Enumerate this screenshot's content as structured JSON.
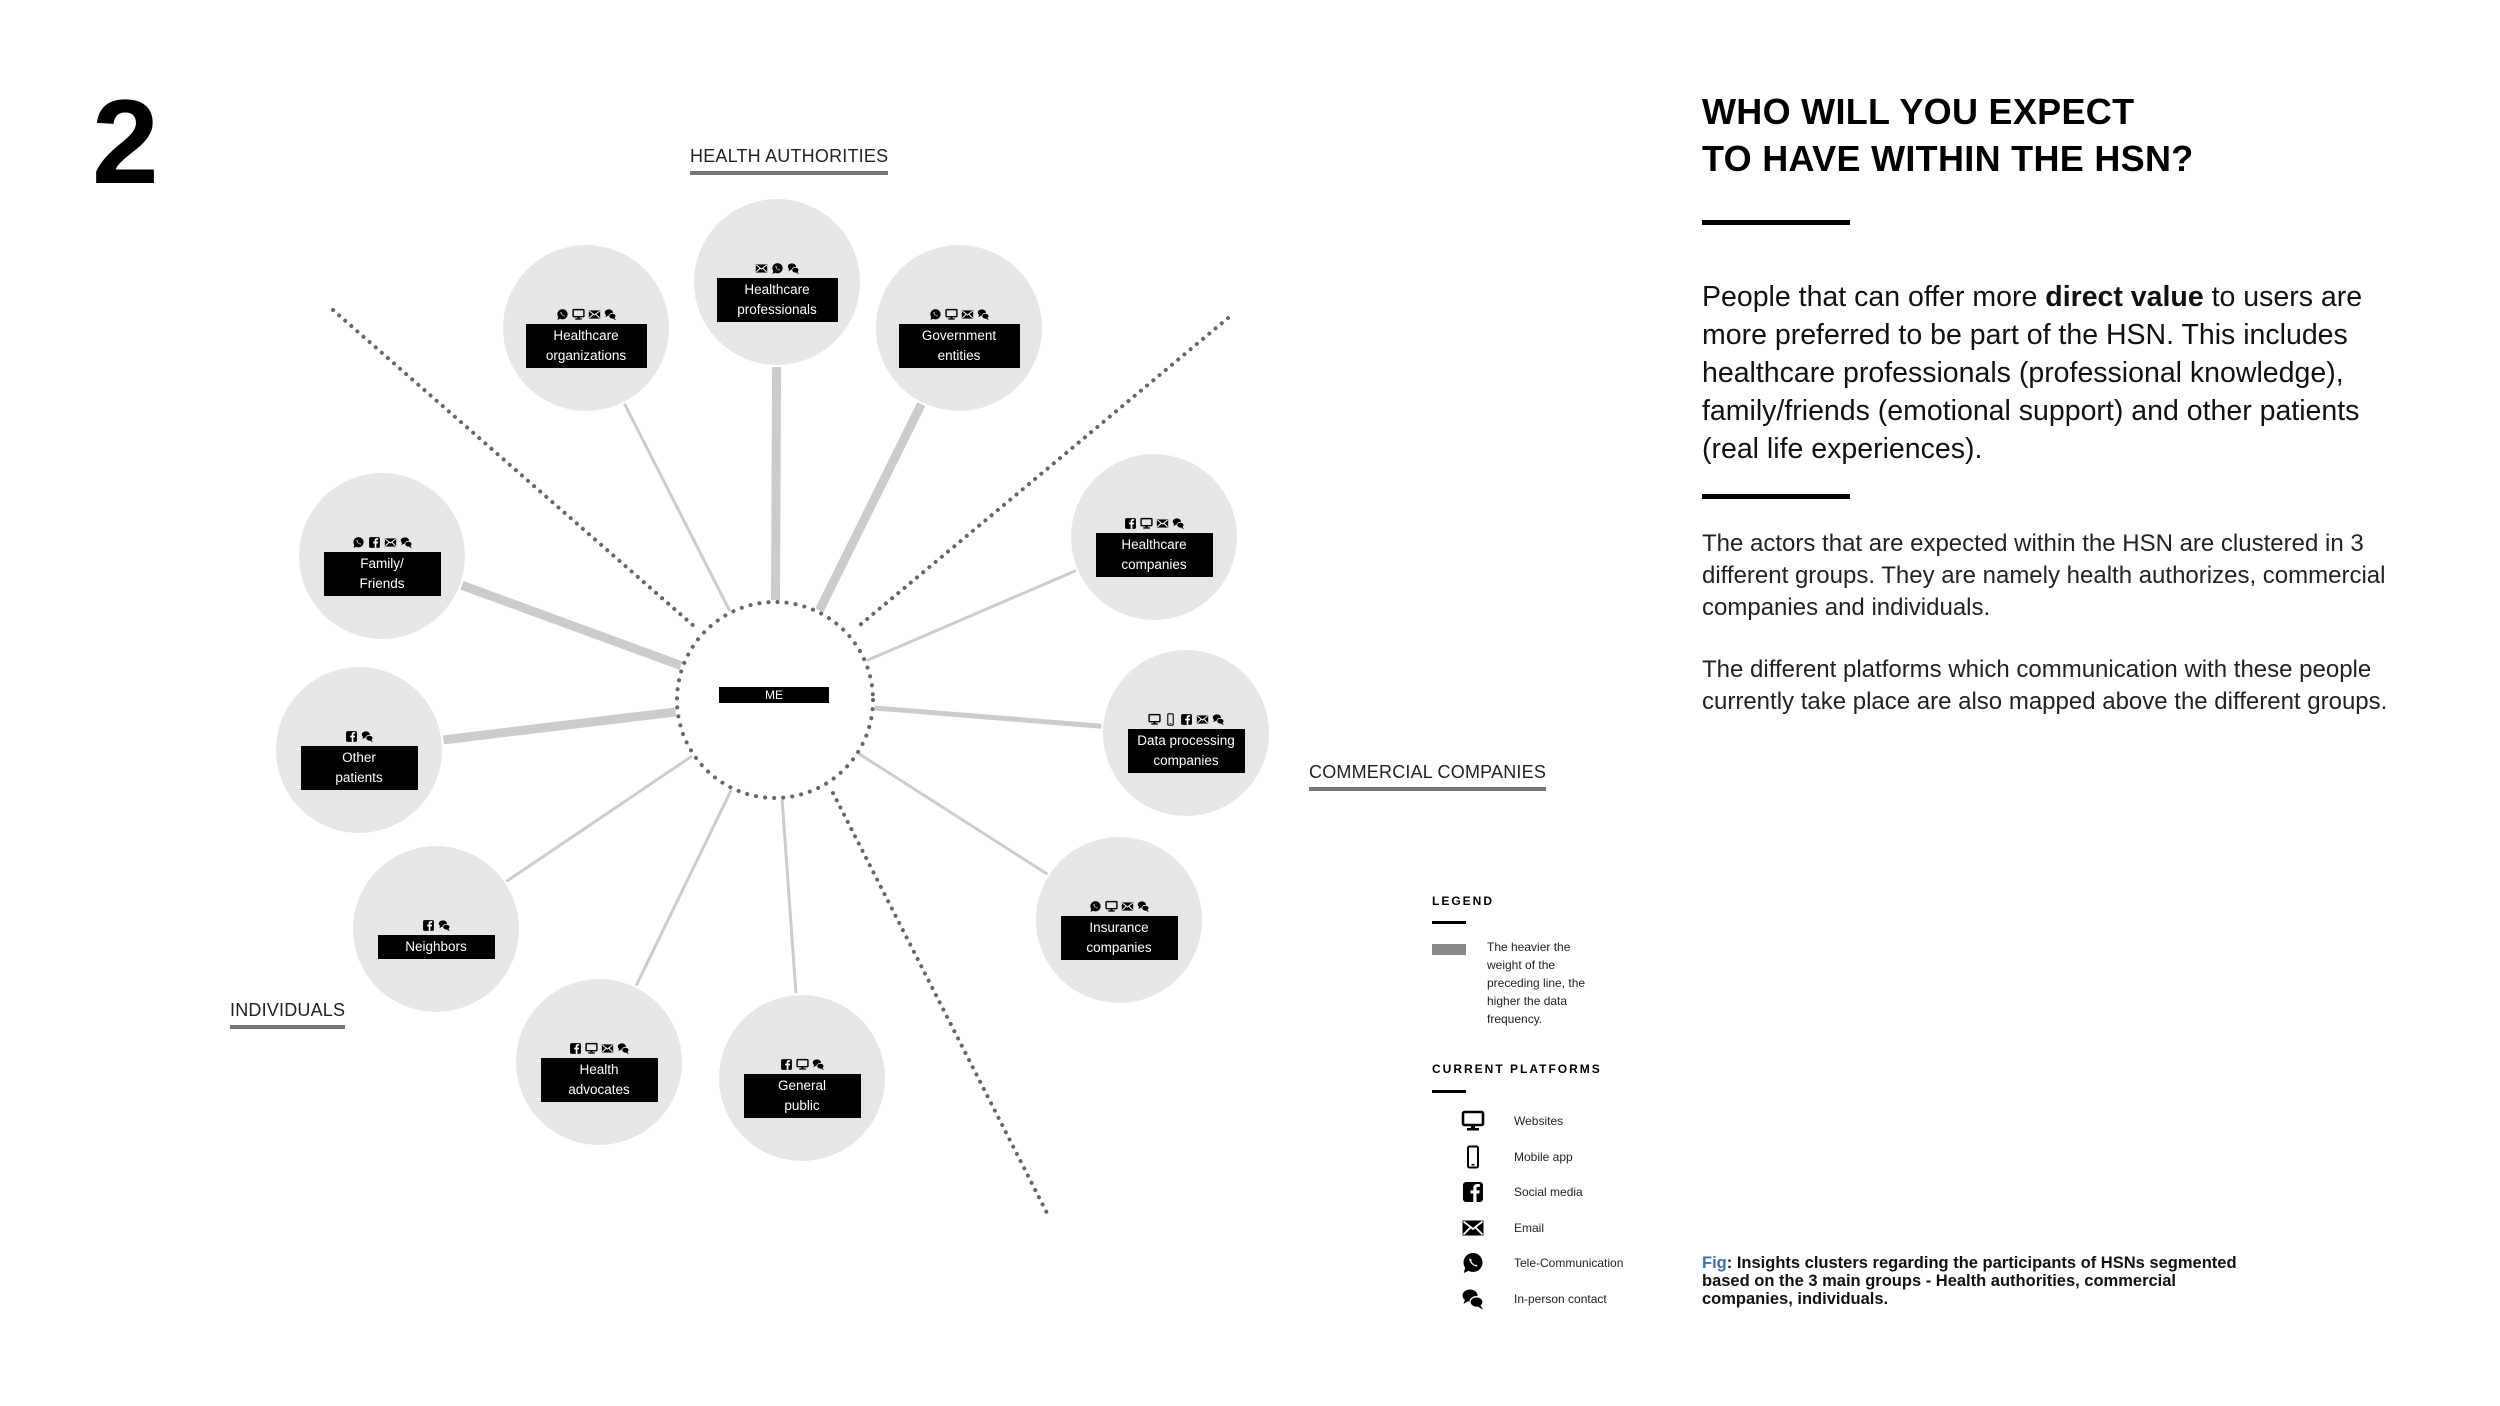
{
  "page_number": "2",
  "groups": {
    "health_authorities": "HEALTH AUTHORITIES",
    "commercial_companies": "COMMERCIAL COMPANIES",
    "individuals": "INDIVIDUALS"
  },
  "center_label": "ME",
  "nodes": [
    {
      "id": "healthcare-professionals",
      "lines": [
        "Healthcare",
        "professionals"
      ],
      "icons": [
        "email",
        "phone",
        "chat"
      ],
      "weight": "heavy"
    },
    {
      "id": "healthcare-organizations",
      "lines": [
        "Healthcare",
        "organizations"
      ],
      "icons": [
        "phone",
        "web",
        "email",
        "chat"
      ],
      "weight": "light"
    },
    {
      "id": "government-entities",
      "lines": [
        "Government",
        "entities"
      ],
      "icons": [
        "phone",
        "web",
        "email",
        "chat"
      ],
      "weight": "heavy"
    },
    {
      "id": "healthcare-companies",
      "lines": [
        "Healthcare",
        "companies"
      ],
      "icons": [
        "social",
        "web",
        "email",
        "chat"
      ],
      "weight": "light"
    },
    {
      "id": "data-processing-companies",
      "lines": [
        "Data processing",
        "companies"
      ],
      "icons": [
        "web",
        "mobile",
        "social",
        "email",
        "chat"
      ],
      "weight": "medium"
    },
    {
      "id": "insurance-companies",
      "lines": [
        "Insurance",
        "companies"
      ],
      "icons": [
        "phone",
        "web",
        "email",
        "chat"
      ],
      "weight": "light"
    },
    {
      "id": "family-friends",
      "lines": [
        "Family/",
        "Friends"
      ],
      "icons": [
        "phone",
        "social",
        "email",
        "chat"
      ],
      "weight": "heavy"
    },
    {
      "id": "other-patients",
      "lines": [
        "Other",
        "patients"
      ],
      "icons": [
        "social",
        "chat"
      ],
      "weight": "heavy"
    },
    {
      "id": "neighbors",
      "lines": [
        "Neighbors"
      ],
      "icons": [
        "social",
        "chat"
      ],
      "weight": "light"
    },
    {
      "id": "health-advocates",
      "lines": [
        "Health",
        "advocates"
      ],
      "icons": [
        "social",
        "web",
        "email",
        "chat"
      ],
      "weight": "light"
    },
    {
      "id": "general-public",
      "lines": [
        "General",
        "public"
      ],
      "icons": [
        "social",
        "web",
        "chat"
      ],
      "weight": "light"
    }
  ],
  "heading": {
    "line1": "WHO WILL YOU EXPECT",
    "line2": "TO HAVE WITHIN THE HSN?"
  },
  "lead": {
    "part1": "People that can offer more ",
    "bold1": "direct value",
    "part2": " to users are more preferred to be part of the HSN. This includes healthcare professionals (professional knowledge), family/friends (emotional support) and other patients (real life experiences)."
  },
  "body": {
    "p1": "The actors that are expected within the HSN are clustered in 3 different groups. They are namely health authorizes, commercial companies and individuals.",
    "p2": "The different platforms which communication with these people currently take place are also mapped above the different groups."
  },
  "legend": {
    "title": "LEGEND",
    "description": "The heavier the weight of the preceding line, the higher the data frequency.",
    "platforms_title": "CURRENT PLATFORMS",
    "platforms": [
      {
        "icon": "web",
        "label": "Websites"
      },
      {
        "icon": "mobile",
        "label": "Mobile app"
      },
      {
        "icon": "social",
        "label": "Social media"
      },
      {
        "icon": "email",
        "label": "Email"
      },
      {
        "icon": "phone",
        "label": "Tele-Communication"
      },
      {
        "icon": "chat",
        "label": "In-person contact"
      }
    ]
  },
  "caption": {
    "prefix": "Fig",
    "text": ": Insights clusters regarding the participants of HSNs segmented based on the 3 main groups - Health authorities, commercial companies, individuals."
  },
  "colors": {
    "circle": "#e6e6e6",
    "line": "#cccccc",
    "dots": "#666666",
    "accent": "#3a6fb5"
  }
}
